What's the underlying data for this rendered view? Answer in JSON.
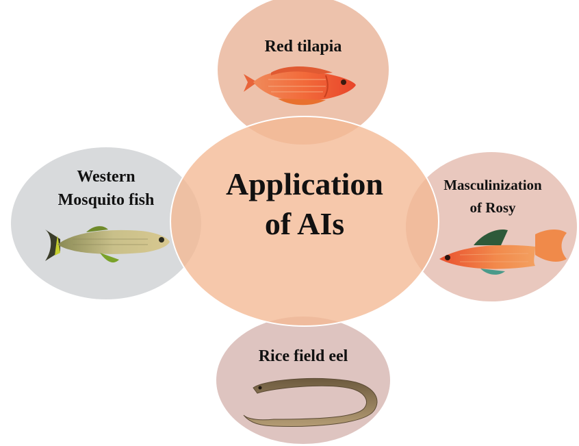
{
  "center": {
    "line1": "Application",
    "line2": "of AIs",
    "color": "#f3b893"
  },
  "satellites": [
    {
      "id": "top",
      "lines": [
        "Red tilapia"
      ],
      "color": "#ecbfa8",
      "image": "red-tilapia-fish"
    },
    {
      "id": "left",
      "lines": [
        "Western",
        "Mosquito fish"
      ],
      "color": "#d6d8da",
      "image": "western-mosquito-fish"
    },
    {
      "id": "right",
      "lines": [
        "Masculinization",
        "of Rosy"
      ],
      "color": "#e8c5ba",
      "image": "rosy-barb-fish"
    },
    {
      "id": "bottom",
      "lines": [
        "Rice field eel"
      ],
      "color": "#dcc1bd",
      "image": "rice-field-eel"
    }
  ]
}
